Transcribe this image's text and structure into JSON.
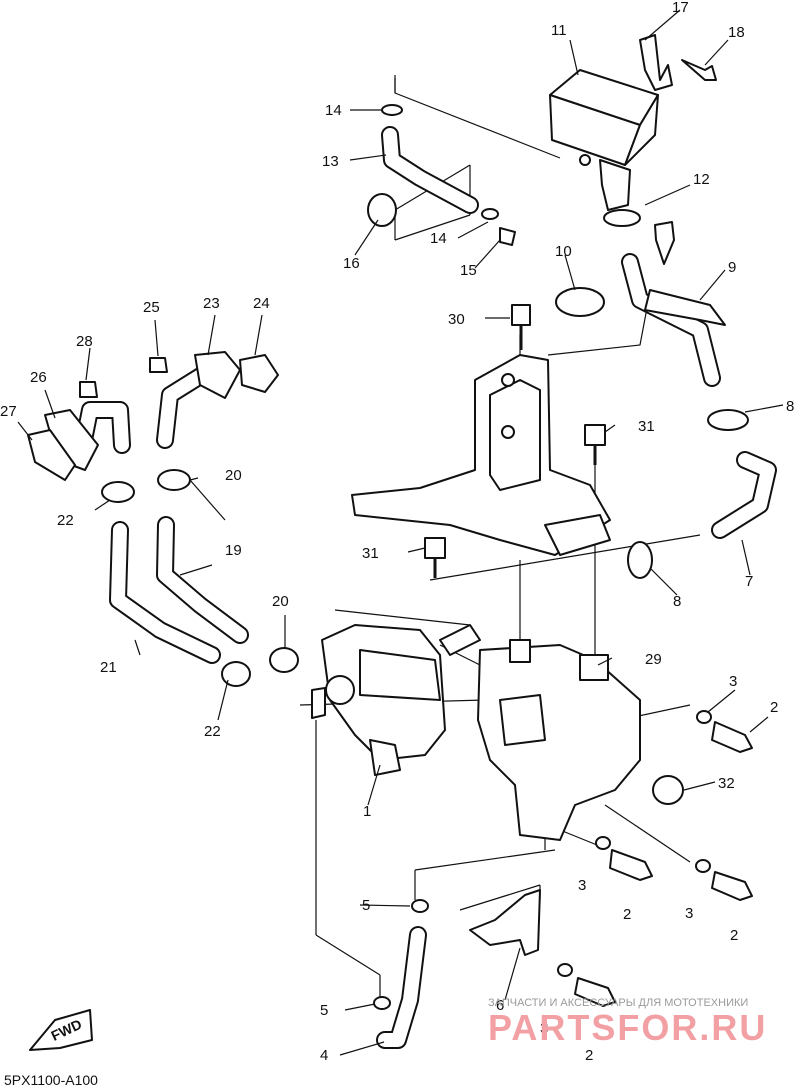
{
  "diagram": {
    "drawing_code": "5PX1100-A100",
    "direction_marker": "FWD",
    "watermark": {
      "caption": "ЗАПЧАСТИ И АКСЕССУАРЫ ДЛЯ МОТОТЕХНИКИ",
      "logo": "PARTSFOR.RU"
    },
    "callouts": {
      "c1": "1",
      "c2a": "2",
      "c2b": "2",
      "c2c": "2",
      "c2d": "2",
      "c3a": "3",
      "c3b": "3",
      "c3c": "3",
      "c3d": "3",
      "c4": "4",
      "c5a": "5",
      "c5b": "5",
      "c6": "6",
      "c7": "7",
      "c8a": "8",
      "c8b": "8",
      "c9": "9",
      "c10": "10",
      "c11": "11",
      "c12": "12",
      "c13": "13",
      "c14a": "14",
      "c14b": "14",
      "c15": "15",
      "c16": "16",
      "c17": "17",
      "c18": "18",
      "c19": "19",
      "c20a": "20",
      "c20b": "20",
      "c21": "21",
      "c22a": "22",
      "c22b": "22",
      "c23": "23",
      "c24": "24",
      "c25": "25",
      "c26": "26",
      "c27": "27",
      "c28": "28",
      "c29": "29",
      "c30": "30",
      "c31a": "31",
      "c31b": "31",
      "c32": "32"
    }
  }
}
